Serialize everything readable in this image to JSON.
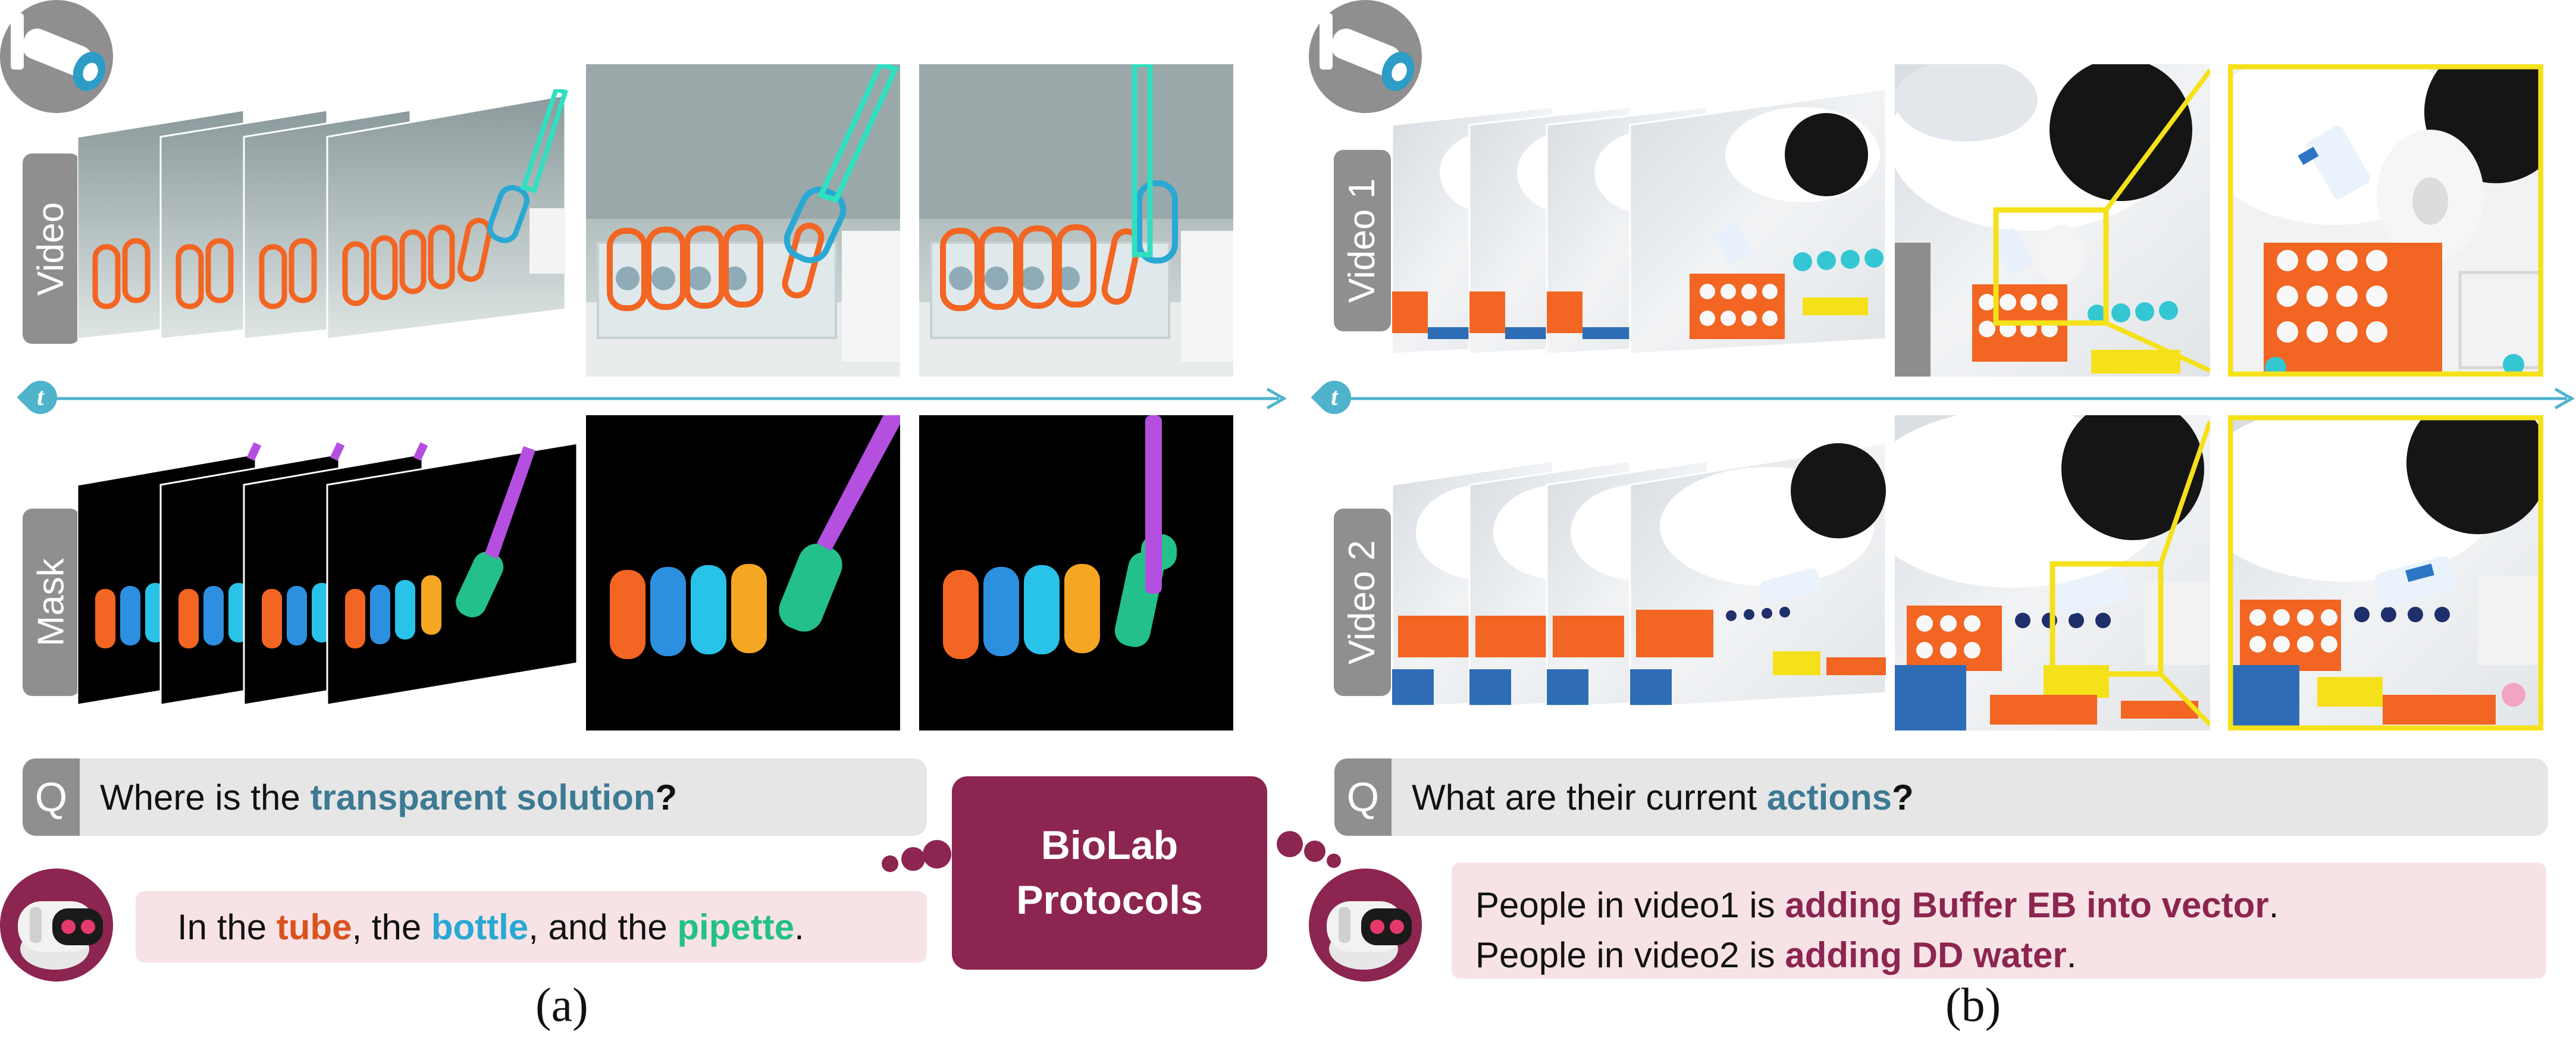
{
  "panel_a": {
    "video_label": "Video",
    "mask_label": "Mask",
    "time_label": "t",
    "question": {
      "tag": "Q",
      "prefix": "Where is the ",
      "highlight": "transparent solution",
      "suffix": "?"
    },
    "answer": {
      "part1": "In the ",
      "tube": "tube",
      "part2": ", the ",
      "bottle": "bottle",
      "part3": ", and the ",
      "pipette": "pipette",
      "part4": "."
    },
    "caption": "(a)"
  },
  "panel_b": {
    "video1_label": "Video 1",
    "video2_label": "Video 2",
    "time_label": "t",
    "question": {
      "tag": "Q",
      "prefix": "What are their current ",
      "highlight": "actions",
      "suffix": "?"
    },
    "answer": {
      "line1_prefix": "People in video1 is ",
      "line1_highlight": "adding Buffer EB into vector",
      "line1_suffix": ".",
      "line2_prefix": "People in video2 is ",
      "line2_highlight": "adding DD water",
      "line2_suffix": "."
    },
    "caption": "(b)"
  },
  "center": {
    "line1": "BioLab",
    "line2": "Protocols"
  },
  "colors": {
    "timeline": "#4fb3cc",
    "label_bg": "#8f8f8f",
    "question_bg": "#e6e6e6",
    "answer_bg": "#f7e3e6",
    "accent": "#8c2550",
    "tube": "#f26522",
    "bottle": "#29a8d3",
    "pipette": "#23c08a",
    "pipette_mask": "#b44fe0",
    "zoom_frame": "#f5e11a"
  }
}
